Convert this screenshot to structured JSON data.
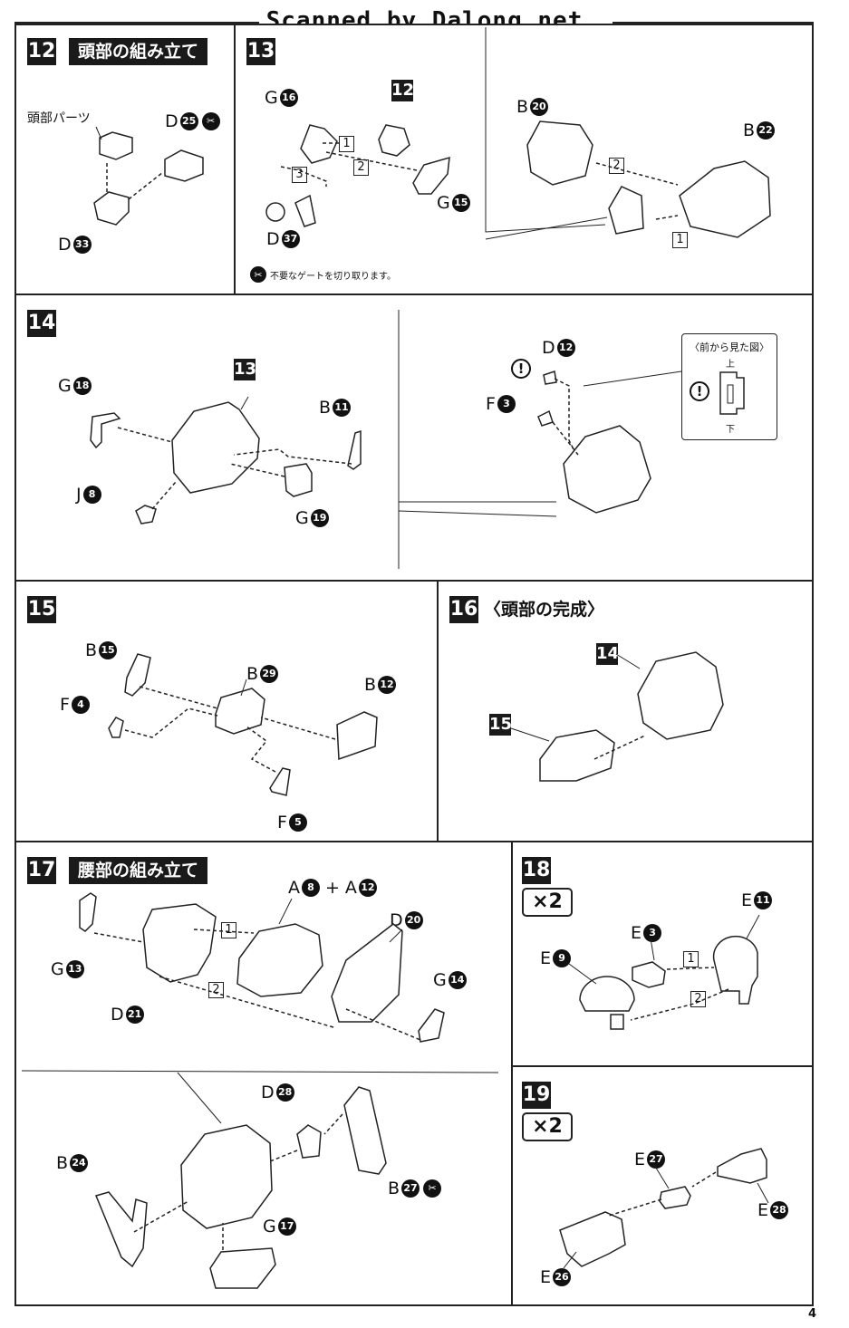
{
  "header": {
    "scanner_text": "Scanned by Dalong.net"
  },
  "page_number": "4",
  "steps": {
    "s12": {
      "number": "12",
      "title": "頭部の組み立て",
      "labels": {
        "head_parts": "頭部パーツ",
        "d25_letter": "D",
        "d25_num": "25",
        "d33_letter": "D",
        "d33_num": "33"
      }
    },
    "s13": {
      "number": "13",
      "labels": {
        "g16_letter": "G",
        "g16_num": "16",
        "g15_letter": "G",
        "g15_num": "15",
        "d37_letter": "D",
        "d37_num": "37",
        "b20_letter": "B",
        "b20_num": "20",
        "b22_letter": "B",
        "b22_num": "22",
        "ref_12": "12"
      },
      "order": [
        "1",
        "2",
        "3",
        "2",
        "1"
      ],
      "note": "不要なゲートを切り取ります。"
    },
    "s14": {
      "number": "14",
      "labels": {
        "g18_letter": "G",
        "g18_num": "18",
        "j8_letter": "J",
        "j8_num": "8",
        "b11_letter": "B",
        "b11_num": "11",
        "g19_letter": "G",
        "g19_num": "19",
        "d12_letter": "D",
        "d12_num": "12",
        "f3_letter": "F",
        "f3_num": "3",
        "ref_13": "13"
      },
      "callout": {
        "title": "〈前から見た図〉",
        "top": "上",
        "bottom": "下"
      }
    },
    "s15": {
      "number": "15",
      "labels": {
        "b15_letter": "B",
        "b15_num": "15",
        "f4_letter": "F",
        "f4_num": "4",
        "b29_letter": "B",
        "b29_num": "29",
        "b12_letter": "B",
        "b12_num": "12",
        "f5_letter": "F",
        "f5_num": "5"
      }
    },
    "s16": {
      "number": "16",
      "title": "〈頭部の完成〉",
      "ref_14": "14",
      "ref_15": "15"
    },
    "s17": {
      "number": "17",
      "title": "腰部の組み立て",
      "labels": {
        "g13_letter": "G",
        "g13_num": "13",
        "d21_letter": "D",
        "d21_num": "21",
        "a8_letter": "A",
        "a8_num": "8",
        "plus": "+",
        "a12_letter": "A",
        "a12_num": "12",
        "d20_letter": "D",
        "d20_num": "20",
        "g14_letter": "G",
        "g14_num": "14",
        "b24_letter": "B",
        "b24_num": "24",
        "d28_letter": "D",
        "d28_num": "28",
        "b27_letter": "B",
        "b27_num": "27",
        "g17_letter": "G",
        "g17_num": "17"
      },
      "order": [
        "1",
        "2"
      ]
    },
    "s18": {
      "number": "18",
      "multiplier": "×2",
      "labels": {
        "e11_letter": "E",
        "e11_num": "11",
        "e3_letter": "E",
        "e3_num": "3",
        "e9_letter": "E",
        "e9_num": "9"
      },
      "order": [
        "1",
        "2"
      ]
    },
    "s19": {
      "number": "19",
      "multiplier": "×2",
      "labels": {
        "e27_letter": "E",
        "e27_num": "27",
        "e28_letter": "E",
        "e28_num": "28",
        "e26_letter": "E",
        "e26_num": "26"
      }
    }
  }
}
